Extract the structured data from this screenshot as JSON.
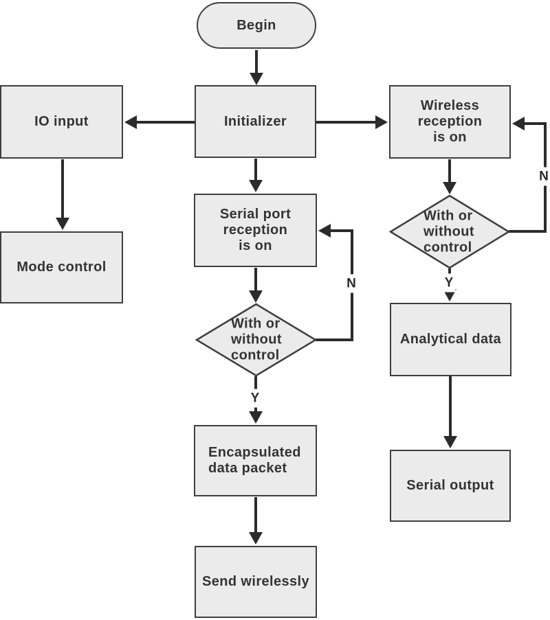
{
  "diagram": {
    "type": "flowchart",
    "background_color": "#ffffff",
    "colors": {
      "node_fill": "#ebebeb",
      "node_border": "#3e3e3e",
      "connector": "#2b2b2b",
      "text": "#333333"
    },
    "nodes": {
      "begin": {
        "label": "Begin",
        "shape": "terminator"
      },
      "initializer": {
        "label": "Initializer",
        "shape": "process"
      },
      "io_input": {
        "label": "IO input",
        "shape": "process"
      },
      "mode_control": {
        "label": "Mode control",
        "shape": "process"
      },
      "wireless_reception": {
        "label": "Wireless\nreception\nis on",
        "shape": "process"
      },
      "serial_reception": {
        "label": "Serial port\nreception\nis on",
        "shape": "process"
      },
      "serial_decision": {
        "label": "With or\nwithout\ncontrol",
        "shape": "decision"
      },
      "wireless_decision": {
        "label": "With or\nwithout\ncontrol",
        "shape": "decision"
      },
      "encapsulated": {
        "label": "Encapsulated\ndata packet",
        "shape": "process"
      },
      "send_wirelessly": {
        "label": "Send wirelessly",
        "shape": "process"
      },
      "analytical_data": {
        "label": "Analytical data",
        "shape": "process"
      },
      "serial_output": {
        "label": "Serial output",
        "shape": "process"
      }
    },
    "edge_labels": {
      "serial_decision_yes": "Y",
      "serial_decision_no": "N",
      "wireless_decision_yes": "Y",
      "wireless_decision_no": "N"
    }
  }
}
